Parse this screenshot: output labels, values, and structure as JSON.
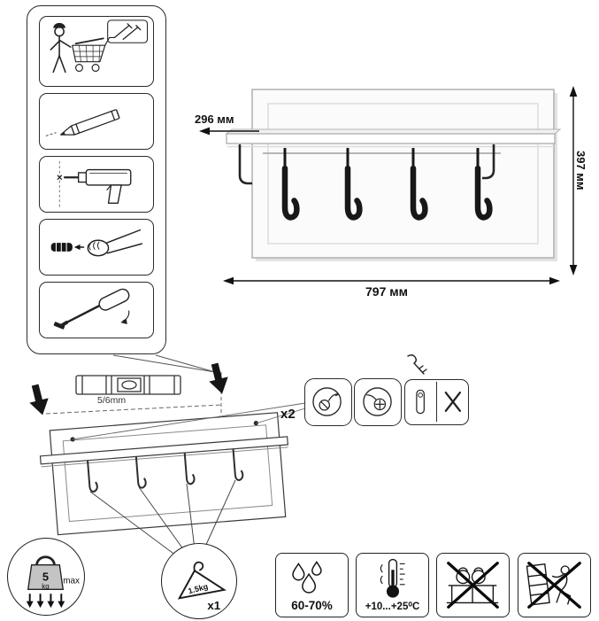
{
  "product": {
    "dimensions": {
      "depth": "296 мм",
      "height": "397 мм",
      "width": "797 мм"
    },
    "hook_count": 4
  },
  "installation": {
    "drill_size_label": "5/6mm",
    "fastener_count": "x2"
  },
  "load": {
    "max_value": "5",
    "max_unit": "kg",
    "max_label": "max",
    "per_hook": "1.5kg",
    "hanger_count": "x1"
  },
  "environment": {
    "humidity": "60-70%",
    "temperature": "+10...+25⁰C"
  },
  "colors": {
    "line": "#222222",
    "hook": "#1a1a1a",
    "weight_fill": "#c4c4c4",
    "panel_shadow": "#e3e3e3"
  },
  "icons": {
    "tool_steps": [
      "person-shopping-cart-icon",
      "pencil-marking-icon",
      "drill-icon",
      "wall-plug-icon",
      "screwdriver-icon"
    ],
    "hardware_details": [
      "anchor-head-icon",
      "screw-head-icon",
      "key-icon",
      "keyhole-plate-icon",
      "crossed-out-icon"
    ],
    "care_symbols": [
      "humidity-drops-icon",
      "thermometer-icon",
      "no-heavy-load-icon",
      "no-tipping-icon"
    ],
    "misc": [
      "spirit-level-icon",
      "down-arrow-icon",
      "weight-icon",
      "hanger-icon"
    ]
  }
}
